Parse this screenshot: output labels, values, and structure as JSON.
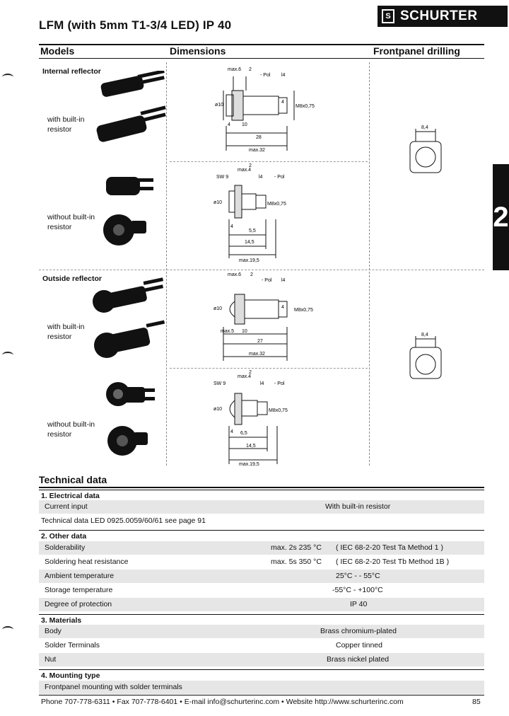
{
  "header": {
    "title": "LFM (with 5mm T1-3/4 LED)  IP 40",
    "brand": "SCHURTER",
    "brand_mark": "S"
  },
  "columns": {
    "models": "Models",
    "dimensions": "Dimensions",
    "drilling": "Frontpanel drilling"
  },
  "groups": {
    "internal": "Internal reflector",
    "outside": "Outside reflector"
  },
  "variants": {
    "with_resistor_1": "with built-in",
    "with_resistor_2": "resistor",
    "without_resistor_1": "without built-in",
    "without_resistor_2": "resistor"
  },
  "dims": {
    "d1": {
      "max": "max.6",
      "two": "2",
      "pol": "- Pol",
      "l4": "l4",
      "dia": "ø10",
      "m": "M8x0,75",
      "four_a": "4",
      "four_b": "4",
      "ten": "10",
      "len": "28",
      "maxlen": "max.32"
    },
    "d2": {
      "max": "max.4",
      "two": "2",
      "sw": "SW 9",
      "l4": "l4",
      "pol": "- Pol",
      "dia": "ø10",
      "m": "M8x0,75",
      "four": "4",
      "a": "5,5",
      "b": "14,5",
      "maxlen": "max.19,5"
    },
    "d3": {
      "max": "max.6",
      "two": "2",
      "pol": "- Pol",
      "l4": "l4",
      "dia": "ø10",
      "m": "M8x0,75",
      "four": "4",
      "a": "max.5",
      "ten": "10",
      "len": "27",
      "maxlen": "max.32"
    },
    "d4": {
      "max": "max.4",
      "two": "2",
      "sw": "SW 9",
      "l4": "l4",
      "pol": "- Pol",
      "dia": "ø10",
      "m": "M8x0,75",
      "four": "4",
      "a": "6,5",
      "b": "14,5",
      "maxlen": "max.19,5"
    }
  },
  "drill": {
    "d1": "8,4",
    "d2": "8,4"
  },
  "side_tab": "2",
  "technical": {
    "title": "Technical data",
    "s1": {
      "heading": "1.  Electrical data",
      "rows": [
        {
          "label": "Current input",
          "value": "With built-in resistor"
        },
        {
          "label": "Technical data LED 0925.0059/60/61 see page 91",
          "value": ""
        }
      ]
    },
    "s2": {
      "heading": "2.  Other data",
      "rows": [
        {
          "label": "Solderability",
          "value": "max. 2s  235 °C",
          "note": "( IEC 68-2-20 Test Ta Method 1 )"
        },
        {
          "label": "Soldering heat resistance",
          "value": "max. 5s  350 °C",
          "note": "( IEC 68-2-20 Test Tb Method 1B )"
        },
        {
          "label": "Ambient temperature",
          "value": "25°C - - 55°C"
        },
        {
          "label": "Storage temperature",
          "value": "-55°C - +100°C"
        },
        {
          "label": "Degree of protection",
          "value": "IP 40"
        }
      ]
    },
    "s3": {
      "heading": "3.  Materials",
      "rows": [
        {
          "label": "Body",
          "value": "Brass chromium-plated"
        },
        {
          "label": "Solder Terminals",
          "value": "Copper tinned"
        },
        {
          "label": "Nut",
          "value": "Brass nickel plated"
        }
      ]
    },
    "s4": {
      "heading": "4.  Mounting type",
      "rows": [
        {
          "label": "Frontpanel mounting with solder terminals"
        }
      ]
    }
  },
  "footer": {
    "contact": "Phone 707-778-6311 • Fax 707-778-6401 • E-mail info@schurterinc.com • Website http://www.schurterinc.com",
    "page": "85"
  }
}
